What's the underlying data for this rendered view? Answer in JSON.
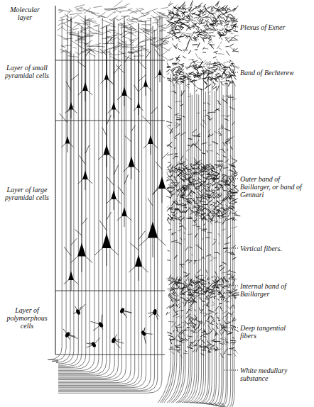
{
  "diagram": {
    "labels": [
      "Molecular layer",
      "Layer of small pyramidal cells",
      "Layer of large pyramidal cells",
      "Layer of polymorphous cells",
      "Plexus of Exner",
      "Band of Bechterew",
      "Outer band of Baillarger, or band of Gennari",
      "Vertical fibers.",
      "Internal band of Baillarger",
      "Deep tangential fibers",
      "White medullary substance"
    ]
  }
}
